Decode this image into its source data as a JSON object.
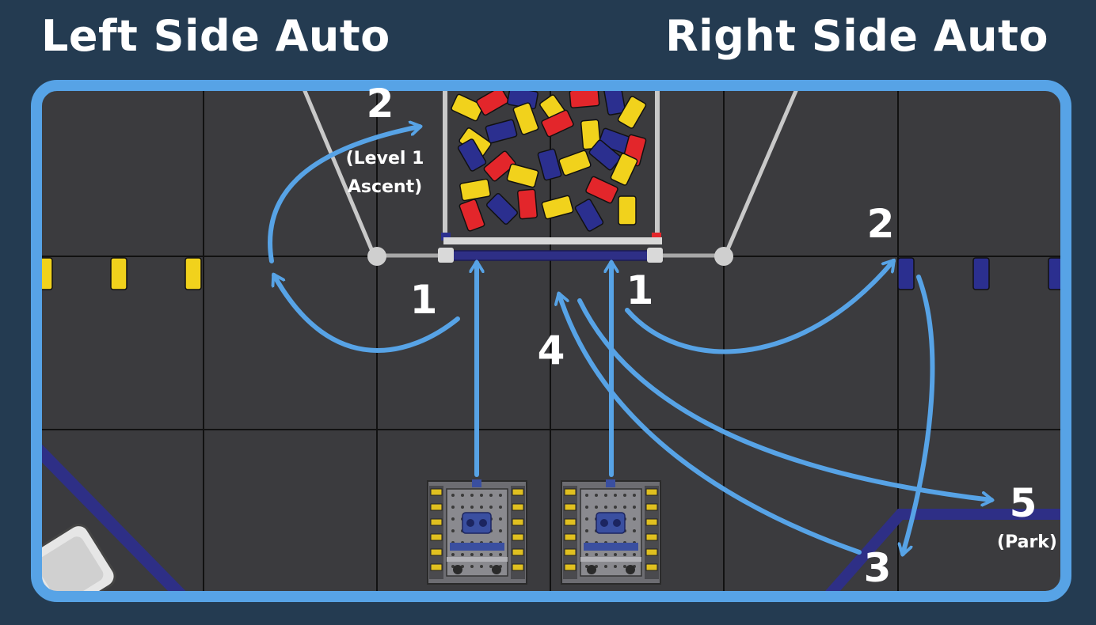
{
  "titles": {
    "left": "Left Side Auto",
    "right": "Right Side Auto"
  },
  "steps": {
    "left_1": "1",
    "left_2": "2",
    "left_2_note_a": "(Level 1",
    "left_2_note_b": "Ascent)",
    "right_1": "1",
    "right_2": "2",
    "right_3": "3",
    "right_4": "4",
    "right_5": "5",
    "right_5_note": "(Park)"
  },
  "colors": {
    "background": "#243b51",
    "field": "#3b3b3e",
    "frame": "#57a3e6",
    "path": "#57a3e6",
    "gridline": "#111111",
    "ring_red": "#e3262b",
    "ring_blue": "#2b2f8f",
    "ring_yellow": "#f1d21c",
    "alliance_line": "#2e2f86"
  }
}
